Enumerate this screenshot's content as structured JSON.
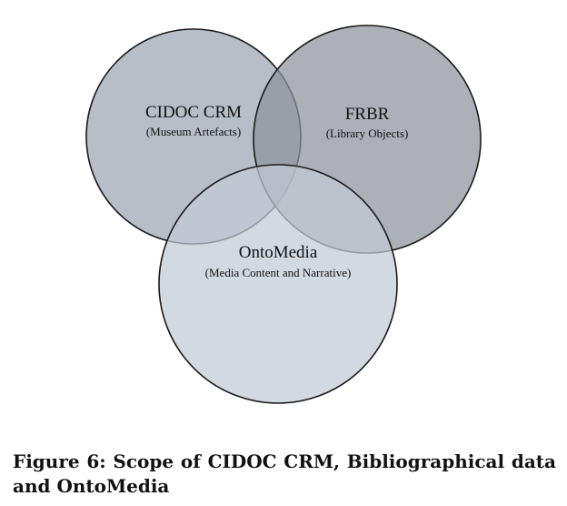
{
  "diagram": {
    "sets": [
      {
        "id": "cidoc",
        "title": "CIDOC CRM",
        "subtitle": "(Museum Artefacts)",
        "fill": "#a5aeba"
      },
      {
        "id": "frbr",
        "title": "FRBR",
        "subtitle": "(Library Objects)",
        "fill": "#8d939b"
      },
      {
        "id": "ontomedia",
        "title": "OntoMedia",
        "subtitle": "(Media Content and Narrative)",
        "fill": "#c2cad6"
      }
    ]
  },
  "caption": {
    "text": "Figure 6: Scope of CIDOC CRM, Bibliographical data and OntoMedia"
  }
}
